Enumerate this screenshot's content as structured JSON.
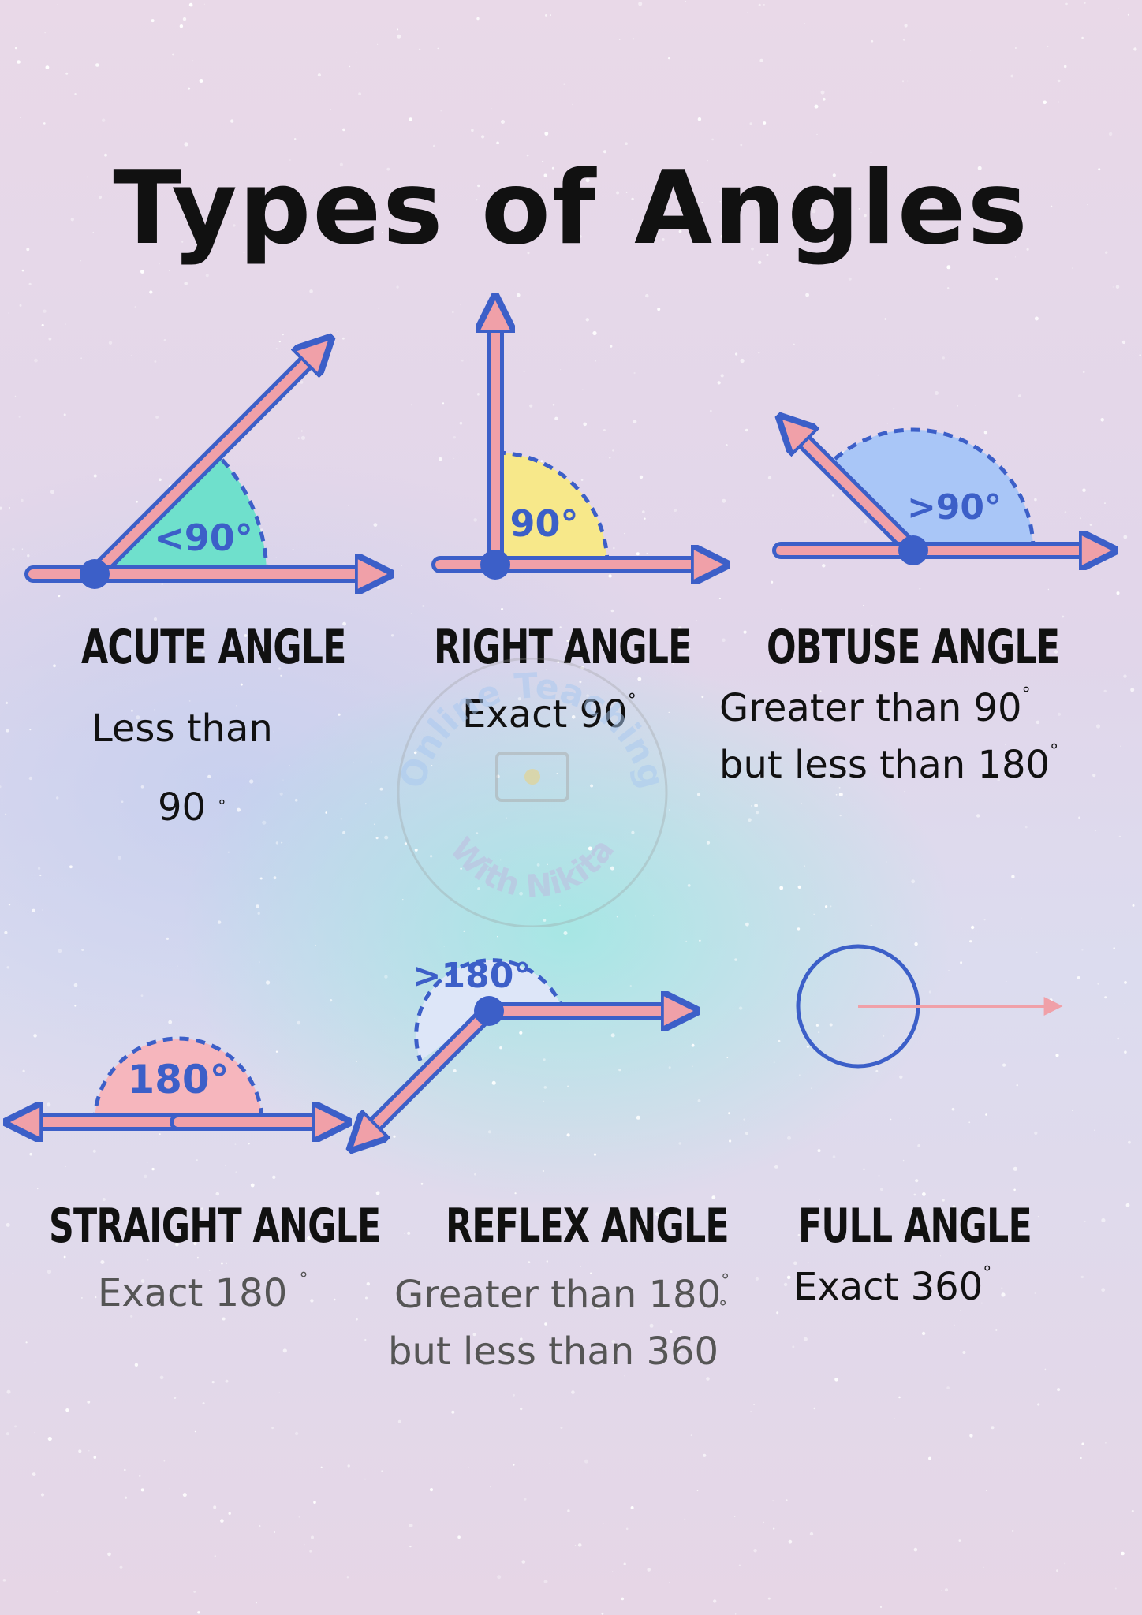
{
  "title": "Types of Angles",
  "colors": {
    "ray": "#f0a0a8",
    "ray_outline": "#3c5fc8",
    "acute_fill": "#6fe0cc",
    "right_fill": "#f7e88a",
    "obtuse_fill": "#a9c6f7",
    "straight_fill": "#f6b6bd",
    "reflex_fill": "#dde6f8",
    "text": "#111111"
  },
  "angles": [
    {
      "key": "acute",
      "name": "ACUTE ANGLE",
      "badge": "<90°",
      "desc_line1": "Less than",
      "desc_line2": "90",
      "degree_symbol": "°",
      "icon": "acute-angle-icon"
    },
    {
      "key": "right",
      "name": "RIGHT ANGLE",
      "badge": "90°",
      "desc_line1": "Exact 90",
      "degree_symbol": "°",
      "icon": "right-angle-icon"
    },
    {
      "key": "obtuse",
      "name": "OBTUSE ANGLE",
      "badge": ">90°",
      "desc_line1": "Greater than 90",
      "desc_line2": "but less than 180",
      "degree_symbol": "°",
      "icon": "obtuse-angle-icon"
    },
    {
      "key": "straight",
      "name": "STRAIGHT ANGLE",
      "badge": "180°",
      "desc_line1": "Exact 180",
      "degree_symbol": "°",
      "icon": "straight-angle-icon"
    },
    {
      "key": "reflex",
      "name": "REFLEX ANGLE",
      "badge": ">180°",
      "desc_line1": "Greater than 180",
      "desc_line2": "but less than 360",
      "degree_symbol": "°",
      "icon": "reflex-angle-icon"
    },
    {
      "key": "full",
      "name": "FULL ANGLE",
      "desc_line1": "Exact 360",
      "degree_symbol": "°",
      "icon": "full-angle-icon"
    }
  ],
  "watermark": {
    "text_top": "Online Teaching",
    "text_bottom": "With Nikita"
  }
}
